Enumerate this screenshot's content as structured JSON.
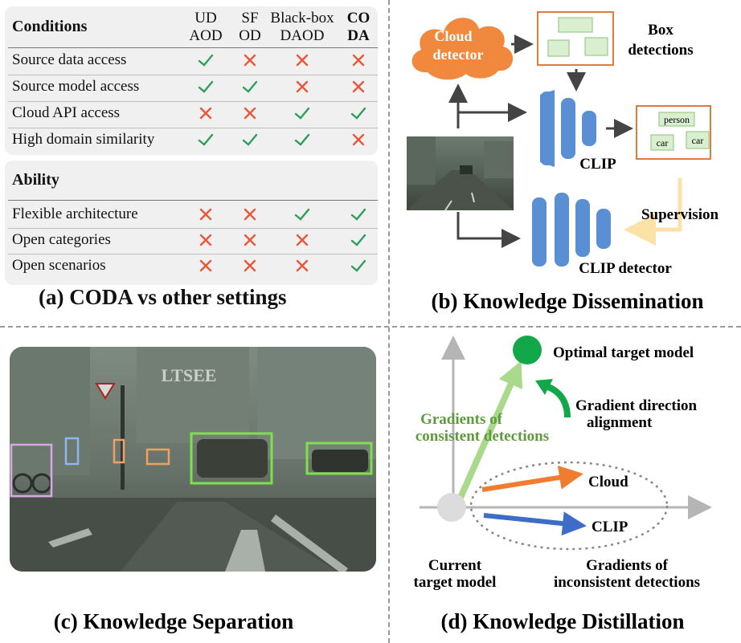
{
  "panel_a": {
    "caption": "(a) CODA vs other settings",
    "conditions_title": "Conditions",
    "columns": [
      {
        "line1": "UD",
        "line2": "AOD",
        "bold": false
      },
      {
        "line1": "SF",
        "line2": "OD",
        "bold": false
      },
      {
        "line1": "Black-box",
        "line2": "DAOD",
        "bold": false
      },
      {
        "line1": "CO",
        "line2": "DA",
        "bold": true
      }
    ],
    "conditions": [
      {
        "label": "Source data access",
        "marks": [
          "check",
          "cross",
          "cross",
          "cross"
        ]
      },
      {
        "label": "Source model access",
        "marks": [
          "check",
          "check",
          "cross",
          "cross"
        ]
      },
      {
        "label": "Cloud API access",
        "marks": [
          "cross",
          "cross",
          "check",
          "check"
        ]
      },
      {
        "label": "High domain similarity",
        "marks": [
          "check",
          "check",
          "check",
          "cross"
        ]
      }
    ],
    "ability_title": "Ability",
    "abilities": [
      {
        "label": "Flexible architecture",
        "marks": [
          "cross",
          "cross",
          "check",
          "check"
        ]
      },
      {
        "label": "Open categories",
        "marks": [
          "cross",
          "cross",
          "cross",
          "check"
        ]
      },
      {
        "label": "Open scenarios",
        "marks": [
          "cross",
          "cross",
          "cross",
          "check"
        ]
      }
    ],
    "colors": {
      "check": "#2e9e5b",
      "cross": "#e8583a"
    }
  },
  "panel_b": {
    "caption": "(b) Knowledge Dissemination",
    "cloud_label_1": "Cloud",
    "cloud_label_2": "detector",
    "box_detections_1": "Box",
    "box_detections_2": "detections",
    "clip_label": "CLIP",
    "clip_detector_label": "CLIP detector",
    "supervision_label": "Supervision",
    "tag_person": "person",
    "tag_car_1": "car",
    "tag_car_2": "car",
    "colors": {
      "cloud": "#f0883e",
      "model": "#5b8fd4",
      "box_fill": "#d9efd0",
      "box_border": "#e07b39",
      "arrow": "#444444",
      "supervision": "#fde2a8"
    }
  },
  "panel_c": {
    "caption": "(c) Knowledge Separation",
    "sign_text": "LTSEE"
  },
  "panel_d": {
    "caption": "(d) Knowledge Distillation",
    "optimal_label": "Optimal target model",
    "gradient_direction_1": "Gradient direction",
    "gradient_direction_2": "alignment",
    "consistent_1": "Gradients of",
    "consistent_2": "consistent detections",
    "cloud_label": "Cloud",
    "clip_label": "CLIP",
    "current_1": "Current",
    "current_2": "target model",
    "inconsistent_1": "Gradients of",
    "inconsistent_2": "inconsistent detections",
    "colors": {
      "optimal": "#12a84a",
      "consistent": "#a9d98a",
      "consistent_text": "#5c9a3a",
      "cloud_arrow": "#ef7c2f",
      "clip_arrow": "#3d6dc7",
      "axis": "#b5b5b5",
      "current": "#dcdcdc"
    }
  }
}
